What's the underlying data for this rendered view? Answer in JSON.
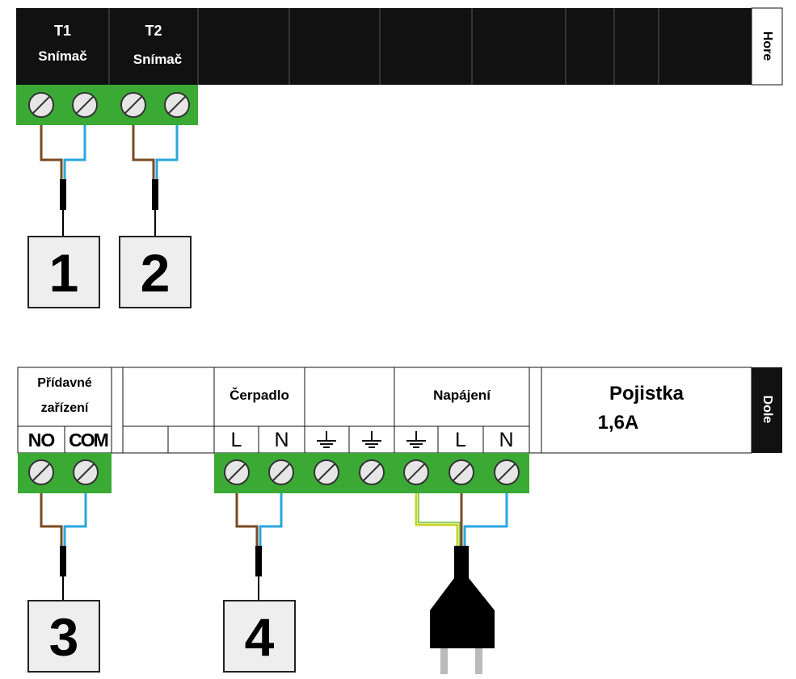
{
  "top_strip": {
    "side_label": "Hore",
    "t1": {
      "label": "T1",
      "sub": "Snímač"
    },
    "t2": {
      "label": "T2",
      "sub": "Snímač"
    }
  },
  "bottom_strip": {
    "side_label": "Dole",
    "aux": {
      "line1": "Přídavné",
      "line2": "zařízení",
      "no": "NO",
      "com": "COM"
    },
    "pump": {
      "title": "Čerpadlo",
      "l": "L",
      "n": "N"
    },
    "supply": {
      "title": "Napájení",
      "l": "L",
      "n": "N"
    },
    "fuse": {
      "title": "Pojistka",
      "value": "1,6A"
    }
  },
  "devices": {
    "d1": "1",
    "d2": "2",
    "d3": "3",
    "d4": "4"
  },
  "colors": {
    "terminal_green": "#3aaa35",
    "wire_brown": "#7a4a22",
    "wire_blue": "#2aa6e0",
    "wire_earth": "#c8d42a",
    "header_black": "#111111",
    "device_box": "#eeeeee"
  }
}
